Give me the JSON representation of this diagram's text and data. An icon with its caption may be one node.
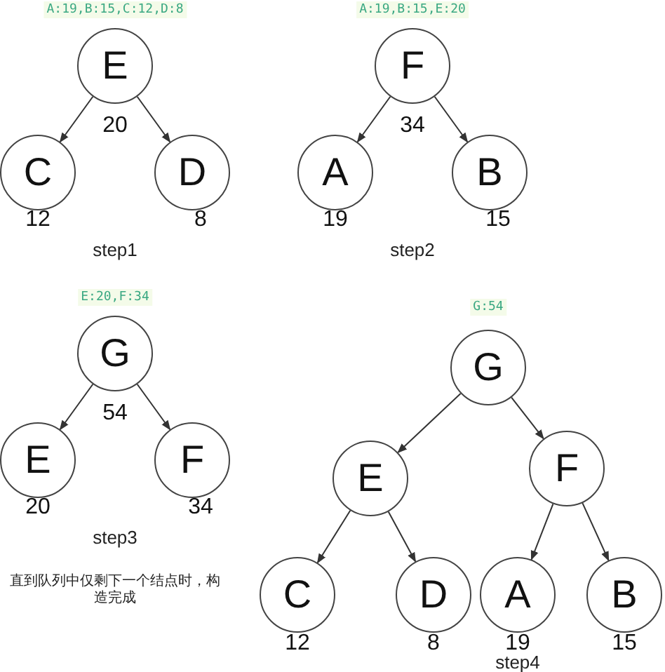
{
  "diagram": {
    "nodes": [
      {
        "text": [
          "E"
        ],
        "beside": [
          "20"
        ]
      },
      {
        "text": [
          "C"
        ],
        "beside": [
          "12"
        ]
      },
      {
        "text": [
          "D"
        ],
        "beside": [
          "8"
        ]
      },
      {
        "text": [
          "F"
        ],
        "beside": [
          "34"
        ]
      },
      {
        "text": [
          "A"
        ],
        "beside": [
          "19"
        ]
      },
      {
        "text": [
          "B"
        ],
        "beside": [
          "15"
        ]
      },
      {
        "text": [
          "G"
        ],
        "beside": [
          "54"
        ]
      },
      {
        "text": [
          "E"
        ],
        "beside": [
          "20"
        ]
      },
      {
        "text": [
          "F"
        ],
        "beside": [
          "34"
        ]
      },
      {
        "text": [
          "G"
        ]
      },
      {
        "text": [
          "E"
        ]
      },
      {
        "text": [
          "F"
        ]
      },
      {
        "text": [
          "C"
        ],
        "beside": [
          "12"
        ]
      },
      {
        "text": [
          "D"
        ],
        "beside": [
          "8"
        ]
      },
      {
        "text": [
          "A"
        ],
        "beside": [
          "19"
        ]
      },
      {
        "text": [
          "B"
        ],
        "beside": [
          "15"
        ]
      }
    ],
    "edges": [
      {
        "from": 0,
        "to": 1,
        "arrow": "to"
      },
      {
        "from": 0,
        "to": 2,
        "arrow": "to"
      },
      {
        "from": 3,
        "to": 4,
        "arrow": "to"
      },
      {
        "from": 3,
        "to": 5,
        "arrow": "to"
      },
      {
        "from": 6,
        "to": 7,
        "arrow": "to"
      },
      {
        "from": 6,
        "to": 8,
        "arrow": "to"
      },
      {
        "from": 9,
        "to": 10,
        "arrow": "to"
      },
      {
        "from": 9,
        "to": 11,
        "arrow": "to"
      },
      {
        "from": 10,
        "to": 12,
        "arrow": "to"
      },
      {
        "from": 10,
        "to": 13,
        "arrow": "to"
      },
      {
        "from": 11,
        "to": 14,
        "arrow": "to"
      },
      {
        "from": 11,
        "to": 15,
        "arrow": "to"
      }
    ],
    "labels": [
      "A:19,B:15,C:12,D:8",
      "A:19,B:15,E:20",
      "step1",
      "step2",
      "E:20,F:34",
      "G:54",
      "step3",
      "直到队列中仅剩下一个结点时，构造完成",
      "step4"
    ]
  }
}
